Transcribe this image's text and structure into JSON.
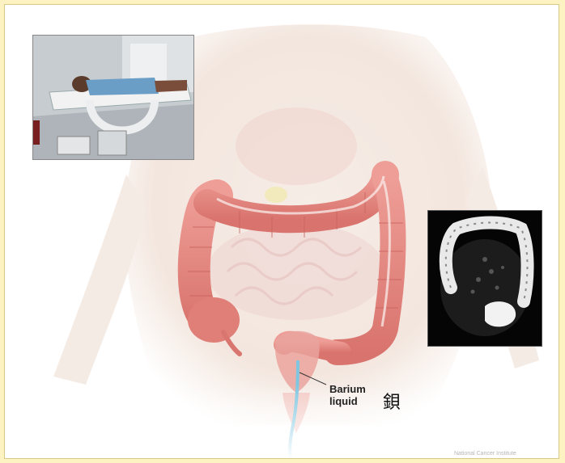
{
  "label": {
    "line1": "Barium",
    "line2": "liquid",
    "kanji": "鋇"
  },
  "credit": "National Cancer Institute",
  "colors": {
    "border": "#fcf2c2",
    "skin": "#f3e7df",
    "colon": "#e48c86",
    "colon_dark": "#c8625c",
    "tube": "#7fc6e0"
  },
  "insets": {
    "photo": "patient-on-xray-table",
    "xray": "barium-enema-radiograph"
  }
}
